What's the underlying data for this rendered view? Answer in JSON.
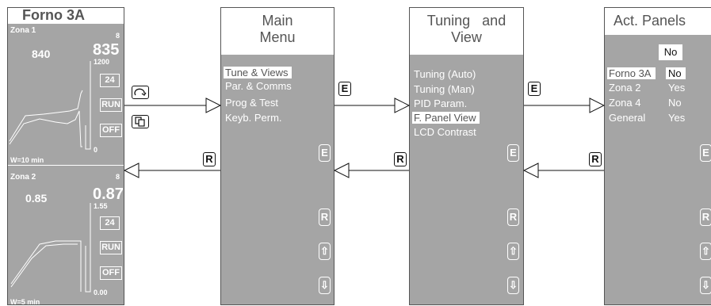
{
  "device": {
    "title": "Forno 3A",
    "zone1": {
      "label": "Zona 1",
      "index": "8",
      "setpoint": "840",
      "value": "835",
      "max": "1200",
      "min": "0",
      "btn_num": "24",
      "btn_run": "RUN",
      "btn_off": "OFF",
      "window": "W=10 min"
    },
    "zone2": {
      "label": "Zona 2",
      "index": "8",
      "setpoint": "0.85",
      "value": "0.87",
      "max": "1.55",
      "min": "0.00",
      "btn_num": "24",
      "btn_run": "RUN",
      "btn_off": "OFF",
      "window": "W=5 min"
    }
  },
  "main_menu": {
    "title_line1": "Main",
    "title_line2": "Menu",
    "items": [
      "Tune & Views",
      "Par. & Comms",
      "Prog & Test",
      "Keyb. Perm."
    ]
  },
  "tuning_view": {
    "title_line1": "Tuning   and",
    "title_line2": "View",
    "items": [
      "Tuning (Auto)",
      "Tuning (Man)",
      "PID Param.",
      "F. Panel View",
      "LCD Contrast"
    ]
  },
  "act_panels": {
    "title": "Act. Panels",
    "selector": "No",
    "rows": [
      {
        "name": "Forno 3A",
        "value": "No"
      },
      {
        "name": "Zona 2",
        "value": "Yes"
      },
      {
        "name": "Zona 4",
        "value": "No"
      },
      {
        "name": "General",
        "value": "Yes"
      }
    ]
  },
  "keys": {
    "enter": "E",
    "return": "R",
    "up": "⇧",
    "down": "⇩"
  },
  "colors": {
    "panel": "#a5a5a5",
    "text": "#ffffff",
    "title_text": "#555555",
    "border": "#555555"
  }
}
